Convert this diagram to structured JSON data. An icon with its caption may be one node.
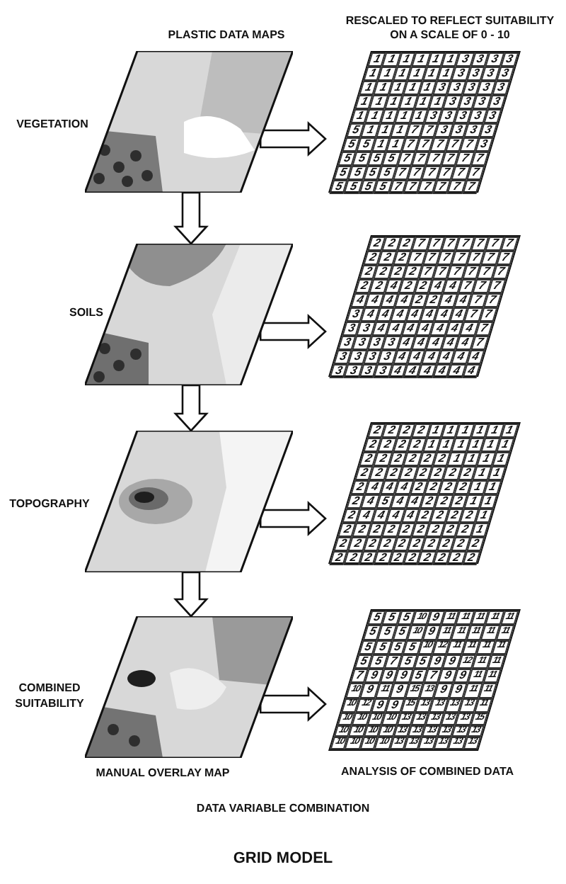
{
  "diagram": {
    "title": "GRID MODEL",
    "nodes": [
      {
        "text": [],
        "shape": "picture",
        "beside": [
          "VEGETATION"
        ]
      },
      {
        "text": [
          "1",
          "1",
          "1",
          "1",
          "1",
          "1",
          "3",
          "3",
          "3",
          "3",
          "1",
          "1",
          "1",
          "1",
          "1",
          "1",
          "3",
          "3",
          "3",
          "3",
          "1",
          "1",
          "1",
          "1",
          "1",
          "3",
          "3",
          "3",
          "3",
          "3",
          "1",
          "1",
          "1",
          "1",
          "1",
          "1",
          "3",
          "3",
          "3",
          "3",
          "1",
          "1",
          "1",
          "1",
          "1",
          "3",
          "3",
          "3",
          "3",
          "3",
          "5",
          "1",
          "1",
          "1",
          "7",
          "7",
          "3",
          "3",
          "3",
          "3",
          "5",
          "5",
          "1",
          "1",
          "7",
          "7",
          "7",
          "7",
          "7",
          "3",
          "5",
          "5",
          "5",
          "5",
          "7",
          "7",
          "7",
          "7",
          "7",
          "7",
          "5",
          "5",
          "5",
          "5",
          "7",
          "7",
          "7",
          "7",
          "7",
          "7",
          "5",
          "5",
          "5",
          "5",
          "7",
          "7",
          "7",
          "7",
          "7",
          "7"
        ]
      },
      {
        "text": [],
        "shape": "picture",
        "beside": [
          "SOILS"
        ]
      },
      {
        "text": [
          "2",
          "2",
          "2",
          "7",
          "7",
          "7",
          "7",
          "7",
          "7",
          "7",
          "2",
          "2",
          "2",
          "7",
          "7",
          "7",
          "7",
          "7",
          "7",
          "7",
          "2",
          "2",
          "2",
          "2",
          "7",
          "7",
          "7",
          "7",
          "7",
          "7",
          "2",
          "2",
          "4",
          "2",
          "2",
          "4",
          "4",
          "7",
          "7",
          "7",
          "4",
          "4",
          "4",
          "4",
          "2",
          "2",
          "4",
          "4",
          "7",
          "7",
          "3",
          "4",
          "4",
          "4",
          "4",
          "4",
          "4",
          "4",
          "7",
          "7",
          "3",
          "3",
          "4",
          "4",
          "4",
          "4",
          "4",
          "4",
          "4",
          "7",
          "3",
          "3",
          "3",
          "3",
          "4",
          "4",
          "4",
          "4",
          "4",
          "7",
          "3",
          "3",
          "3",
          "3",
          "4",
          "4",
          "4",
          "4",
          "4",
          "4",
          "3",
          "3",
          "3",
          "3",
          "4",
          "4",
          "4",
          "4",
          "4",
          "4"
        ]
      },
      {
        "text": [],
        "shape": "picture",
        "beside": [
          "TOPOGRAPHY"
        ]
      },
      {
        "text": [
          "2",
          "2",
          "2",
          "2",
          "1",
          "1",
          "1",
          "1",
          "1",
          "1",
          "2",
          "2",
          "2",
          "2",
          "1",
          "1",
          "1",
          "1",
          "1",
          "1",
          "2",
          "2",
          "2",
          "2",
          "2",
          "2",
          "1",
          "1",
          "1",
          "1",
          "2",
          "2",
          "2",
          "2",
          "2",
          "2",
          "2",
          "2",
          "1",
          "1",
          "2",
          "4",
          "4",
          "4",
          "2",
          "2",
          "2",
          "2",
          "1",
          "1",
          "2",
          "4",
          "5",
          "4",
          "4",
          "2",
          "2",
          "2",
          "1",
          "1",
          "2",
          "4",
          "4",
          "4",
          "4",
          "2",
          "2",
          "2",
          "2",
          "1",
          "2",
          "2",
          "2",
          "2",
          "2",
          "2",
          "2",
          "2",
          "2",
          "1",
          "2",
          "2",
          "2",
          "2",
          "2",
          "2",
          "2",
          "2",
          "2",
          "2",
          "2",
          "2",
          "2",
          "2",
          "2",
          "2",
          "2",
          "2",
          "2",
          "2"
        ]
      },
      {
        "text": [],
        "shape": "picture",
        "beside": [
          "COMBINED SUITABILITY",
          "MANUAL OVERLAY MAP"
        ]
      },
      {
        "text": [
          "5",
          "5",
          "5",
          "10",
          "9",
          "11",
          "11",
          "11",
          "11",
          "11",
          "5",
          "5",
          "5",
          "10",
          "9",
          "11",
          "11",
          "11",
          "11",
          "11",
          "5",
          "5",
          "5",
          "5",
          "10",
          "12",
          "11",
          "11",
          "11",
          "11",
          "5",
          "5",
          "7",
          "5",
          "5",
          "9",
          "9",
          "12",
          "11",
          "11",
          "7",
          "9",
          "9",
          "9",
          "5",
          "7",
          "9",
          "9",
          "11",
          "11",
          "10",
          "9",
          "11",
          "9",
          "15",
          "13",
          "9",
          "9",
          "11",
          "11",
          "10",
          "12",
          "9",
          "9",
          "15",
          "13",
          "13",
          "13",
          "13",
          "11",
          "10",
          "10",
          "10",
          "10",
          "13",
          "13",
          "13",
          "13",
          "13",
          "15",
          "10",
          "10",
          "10",
          "10",
          "13",
          "13",
          "13",
          "13",
          "13",
          "13",
          "10",
          "10",
          "10",
          "10",
          "13",
          "13",
          "13",
          "13",
          "13",
          "13"
        ]
      }
    ],
    "edges": [
      {
        "from": 0,
        "to": 1,
        "arrow": "to"
      },
      {
        "from": 0,
        "to": 2,
        "arrow": "to"
      },
      {
        "from": 2,
        "to": 3,
        "arrow": "to"
      },
      {
        "from": 2,
        "to": 4,
        "arrow": "to"
      },
      {
        "from": 4,
        "to": 5,
        "arrow": "to"
      },
      {
        "from": 4,
        "to": 6,
        "arrow": "to"
      },
      {
        "from": 6,
        "to": 7,
        "arrow": "to"
      }
    ],
    "labels": [
      "PLASTIC DATA MAPS",
      "RESCALED TO REFLECT SUITABILITY ON A SCALE OF 0 - 10",
      "ANALYSIS OF COMBINED DATA",
      "DATA VARIABLE COMBINATION"
    ]
  }
}
